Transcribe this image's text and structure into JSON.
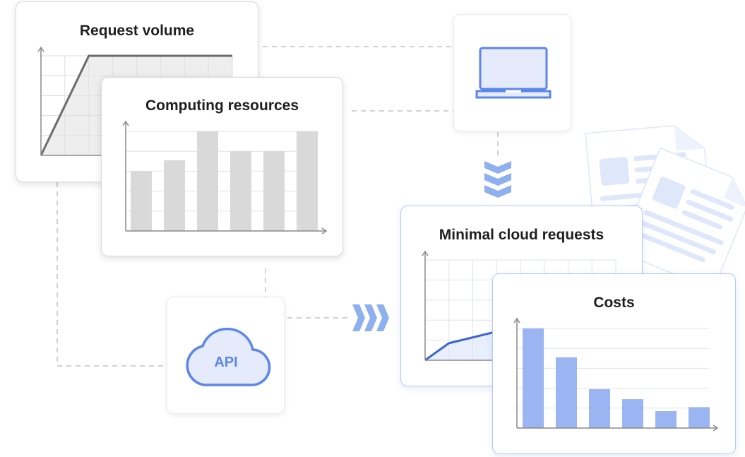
{
  "cards": {
    "request_volume": {
      "title": "Request volume"
    },
    "computing_resources": {
      "title": "Computing resources"
    },
    "minimal_cloud_requests": {
      "title": "Minimal cloud requests"
    },
    "costs": {
      "title": "Costs"
    },
    "api": {
      "label": "API"
    }
  },
  "colors": {
    "grey_bar": "#d9d9d9",
    "grey_line": "#6b6b6b",
    "blue_accent": "#5c86ea",
    "blue_bar": "#9bb4f2",
    "blue_line": "#3d63d6",
    "connector": "#c4c4c4"
  },
  "icons": [
    "laptop-icon",
    "cloud-icon",
    "document-icon",
    "chevron-down-icon",
    "chevron-right-icon"
  ],
  "chart_data": [
    {
      "type": "line",
      "title": "Request volume",
      "x": [
        0,
        1,
        2,
        3,
        4,
        5,
        6,
        7,
        8
      ],
      "y": [
        0,
        5,
        10,
        10,
        10,
        10,
        10,
        10,
        10
      ],
      "ylim": [
        0,
        10
      ],
      "grid": true
    },
    {
      "type": "bar",
      "title": "Computing resources",
      "values": [
        6,
        7.1,
        10,
        8,
        8,
        10
      ],
      "ylim": [
        0,
        10
      ],
      "grid": true
    },
    {
      "type": "line",
      "title": "Minimal cloud requests",
      "x": [
        0,
        1,
        2.9
      ],
      "y": [
        0,
        1.7,
        2.8
      ],
      "ylim": [
        0,
        10
      ],
      "grid": true
    },
    {
      "type": "bar",
      "title": "Costs",
      "values": [
        10,
        7.1,
        3.9,
        2.9,
        1.7,
        2.1
      ],
      "ylim": [
        0,
        10
      ],
      "grid": true
    }
  ]
}
